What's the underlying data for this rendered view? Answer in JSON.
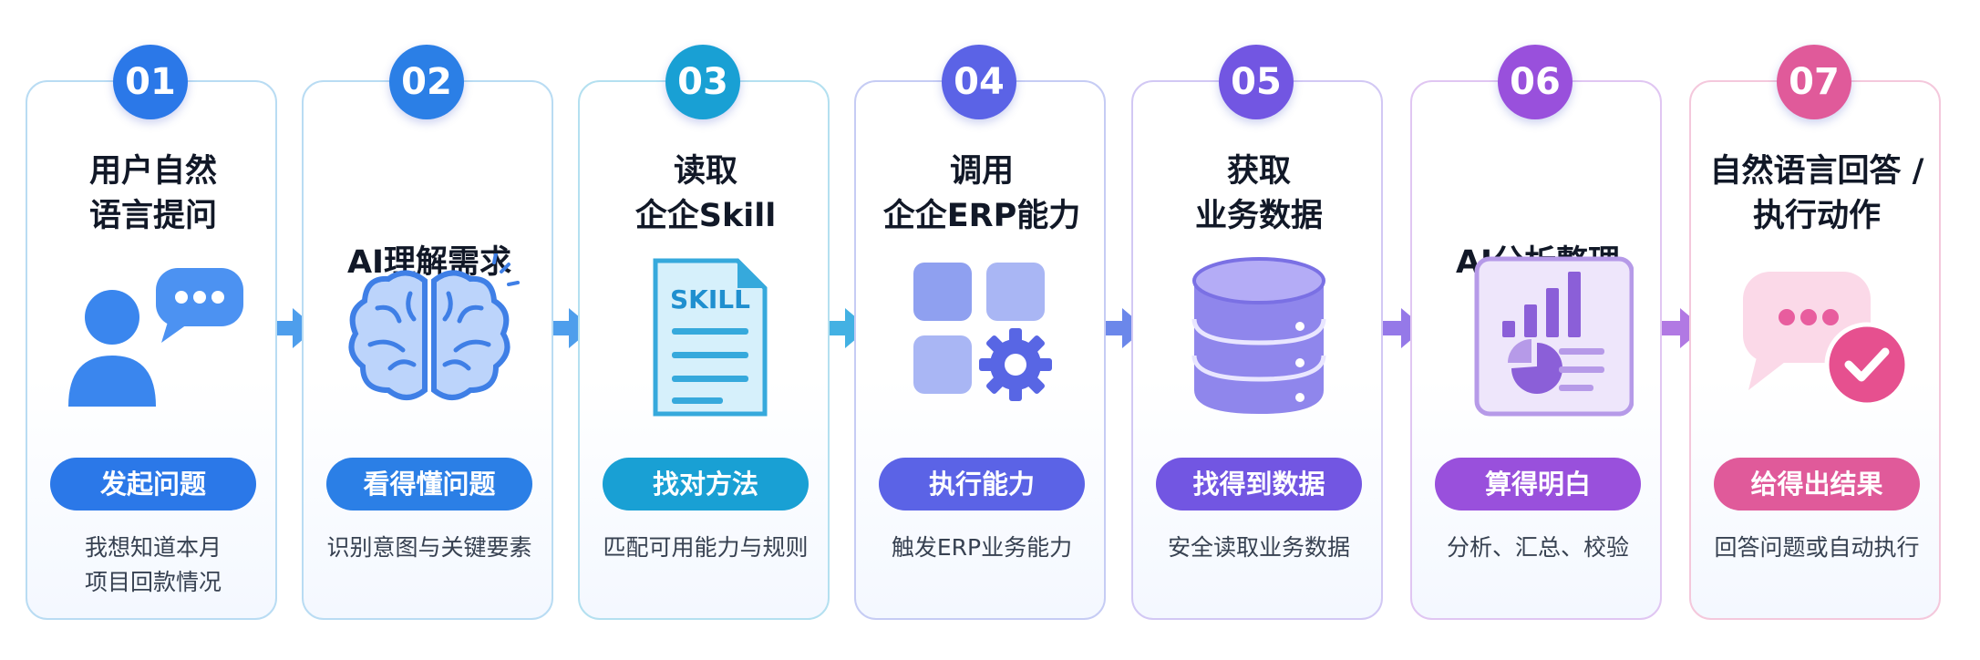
{
  "steps": [
    {
      "num": "01",
      "title": [
        "用户自然",
        "语言提问"
      ],
      "icon": "user-chat-icon",
      "pill": "发起问题",
      "desc": [
        "我想知道本月",
        "项目回款情况"
      ],
      "color": "#2b78e8"
    },
    {
      "num": "02",
      "title": [
        "AI理解需求"
      ],
      "icon": "brain-icon",
      "pill": "看得懂问题",
      "desc": [
        "识别意图与关键要素"
      ],
      "color": "#2b7fe6"
    },
    {
      "num": "03",
      "title": [
        "读取",
        "企企Skill"
      ],
      "icon": "skill-document-icon",
      "pill": "找对方法",
      "desc": [
        "匹配可用能力与规则"
      ],
      "color": "#19a0d4",
      "skill_label": "SKILL"
    },
    {
      "num": "04",
      "title": [
        "调用",
        "企企ERP能力"
      ],
      "icon": "modules-gear-icon",
      "pill": "执行能力",
      "desc": [
        "触发ERP业务能力"
      ],
      "color": "#5b63e6"
    },
    {
      "num": "05",
      "title": [
        "获取",
        "业务数据"
      ],
      "icon": "database-icon",
      "pill": "找得到数据",
      "desc": [
        "安全读取业务数据"
      ],
      "color": "#7256e2"
    },
    {
      "num": "06",
      "title": [
        "AI分析整理"
      ],
      "icon": "chart-report-icon",
      "pill": "算得明白",
      "desc": [
        "分析、汇总、校验"
      ],
      "color": "#9950dc"
    },
    {
      "num": "07",
      "title": [
        "自然语言回答 /",
        "执行动作"
      ],
      "icon": "answer-check-icon",
      "pill": "给得出结果",
      "desc": [
        "回答问题或自动执行"
      ],
      "color": "#e05a9a"
    }
  ],
  "arrow_colors": [
    "#3b93ea",
    "#3b93ea",
    "#2fa8e0",
    "#5b7ae8",
    "#8a6ae6",
    "#a86ae0"
  ],
  "border_colors": [
    "#b9dcf3",
    "#b9dcf3",
    "#b4e0f0",
    "#c6ccf4",
    "#d2c8f4",
    "#e0c6f2",
    "#f4c8dc"
  ]
}
